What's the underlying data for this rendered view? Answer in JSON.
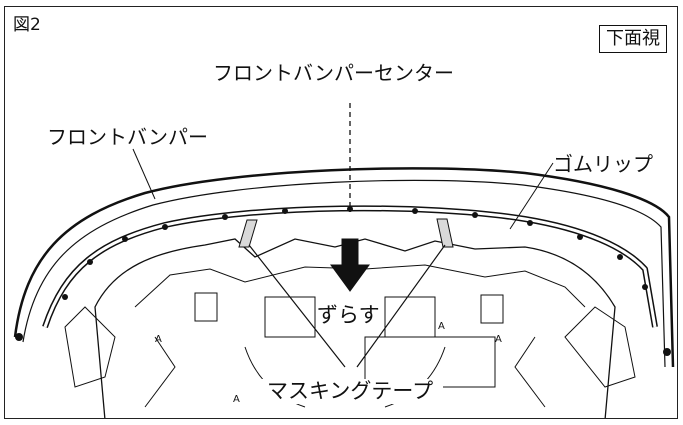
{
  "figure": {
    "number": "図2",
    "view": "下面視"
  },
  "labels": {
    "bumper_center": "フロントバンパーセンター",
    "front_bumper": "フロントバンパー",
    "rubber_lip": "ゴムリップ",
    "shift": "ずらす",
    "masking_tape": "マスキングテープ"
  },
  "colors": {
    "line": "#111111",
    "tape": "#d9d9d9",
    "arrow": "#111111",
    "background": "#ffffff"
  }
}
